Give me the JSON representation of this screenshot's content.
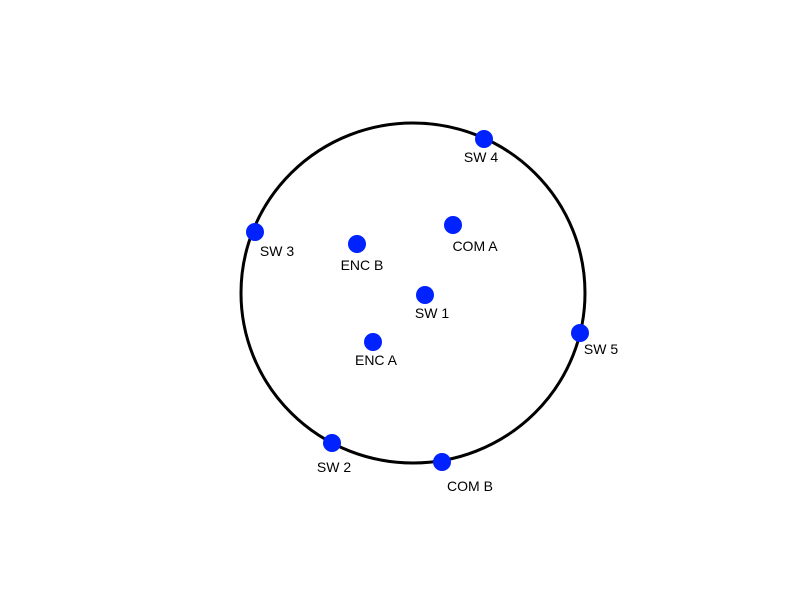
{
  "colors": {
    "node": "#0022ff",
    "ring": "#000000",
    "background": "#ffffff"
  },
  "nodes": [
    {
      "id": "sw4",
      "label": "SW 4"
    },
    {
      "id": "sw3",
      "label": "SW 3"
    },
    {
      "id": "enc-b",
      "label": "ENC B"
    },
    {
      "id": "com-a",
      "label": "COM A"
    },
    {
      "id": "sw1",
      "label": "SW 1"
    },
    {
      "id": "sw5",
      "label": "SW 5"
    },
    {
      "id": "enc-a",
      "label": "ENC A"
    },
    {
      "id": "sw2",
      "label": "SW 2"
    },
    {
      "id": "com-b",
      "label": "COM B"
    }
  ]
}
